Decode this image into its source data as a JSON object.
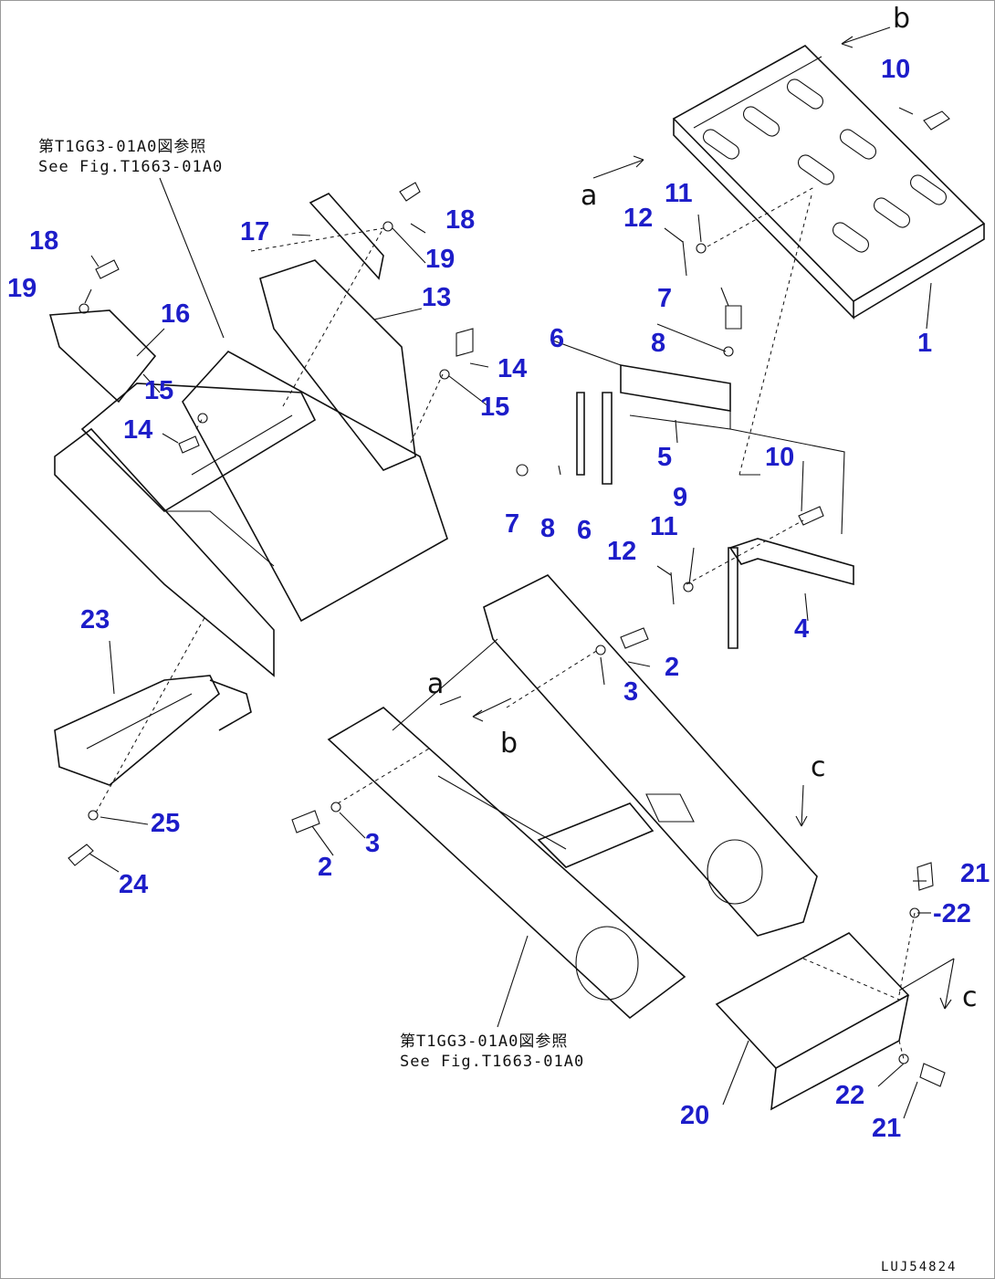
{
  "callouts": {
    "c1": "1",
    "c2a": "2",
    "c2b": "2",
    "c3a": "3",
    "c3b": "3",
    "c4": "4",
    "c5": "5",
    "c6a": "6",
    "c6b": "6",
    "c7a": "7",
    "c7b": "7",
    "c8a": "8",
    "c8b": "8",
    "c9": "9",
    "c10a": "10",
    "c10b": "10",
    "c11a": "11",
    "c11b": "11",
    "c12a": "12",
    "c12b": "12",
    "c13": "13",
    "c14a": "14",
    "c14b": "14",
    "c15a": "15",
    "c15b": "15",
    "c16": "16",
    "c17": "17",
    "c18a": "18",
    "c18b": "18",
    "c19a": "19",
    "c19b": "19",
    "c20": "20",
    "c21a": "21",
    "c21b": "21",
    "c22a": "22",
    "c22b": "-22",
    "c23": "23",
    "c24": "24",
    "c25": "25"
  },
  "references": {
    "top_jp": "第T1GG3-01A0図参照",
    "top_en": "See Fig.T1663-01A0",
    "bottom_jp": "第T1GG3-01A0図参照",
    "bottom_en": "See Fig.T1663-01A0"
  },
  "view_letters": {
    "a_top": "a",
    "a_mid": "a",
    "b_mid": "b",
    "b_top": "b",
    "c_mid": "c",
    "c_right": "c"
  },
  "drawing_code": "LUJ54824",
  "line_color": "#111111",
  "callout_color": "#1d1dc9"
}
